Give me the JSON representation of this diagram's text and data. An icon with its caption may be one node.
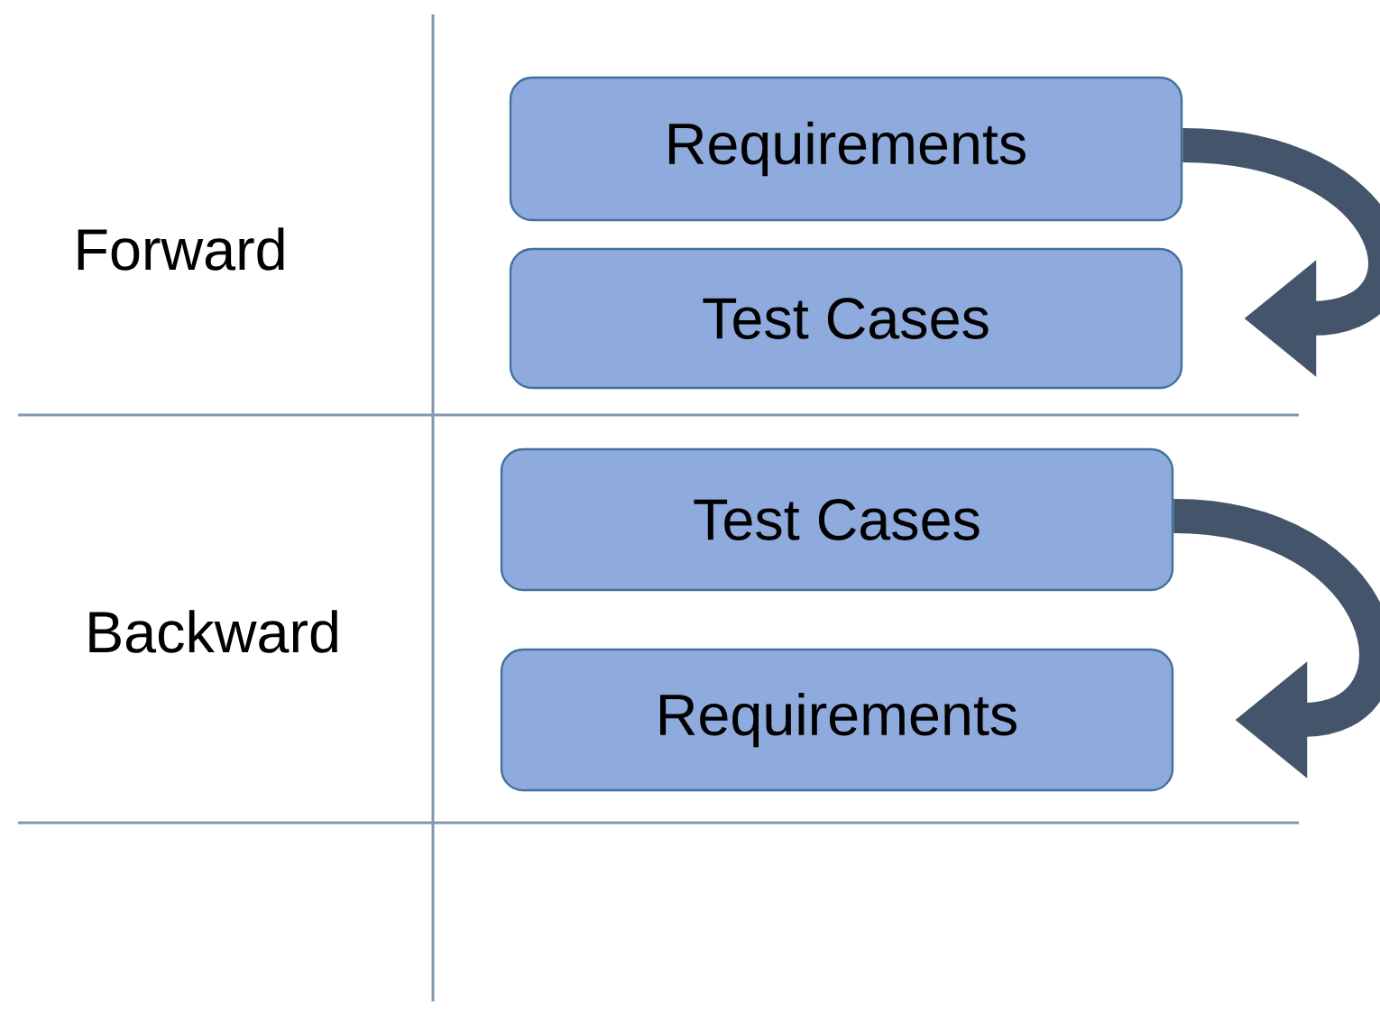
{
  "diagram": {
    "nodes": [
      {
        "text": [
          "Requirements"
        ]
      },
      {
        "text": [
          "Test Cases"
        ]
      },
      {
        "text": [
          "Test Cases"
        ]
      },
      {
        "text": [
          "Requirements"
        ]
      }
    ],
    "edges": [
      {
        "from": 0,
        "to": 1,
        "arrow": "to"
      },
      {
        "from": 2,
        "to": 3,
        "arrow": "to"
      }
    ],
    "labels": [
      "Forward",
      "Backward"
    ]
  }
}
